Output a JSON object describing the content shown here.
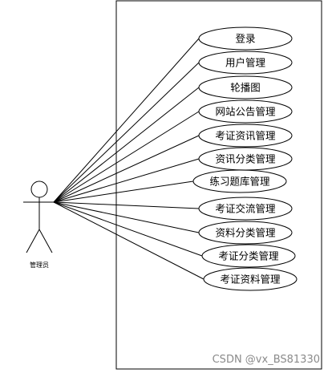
{
  "actor": {
    "label": "管理员"
  },
  "use_cases": [
    {
      "label": "登录"
    },
    {
      "label": "用户管理"
    },
    {
      "label": "轮播图"
    },
    {
      "label": "网站公告管理"
    },
    {
      "label": "考证资讯管理"
    },
    {
      "label": "资讯分类管理"
    },
    {
      "label": "练习题库管理"
    },
    {
      "label": "考证交流管理"
    },
    {
      "label": "资料分类管理"
    },
    {
      "label": "考证分类管理"
    },
    {
      "label": "考证资料管理"
    }
  ],
  "watermark": "CSDN @vx_BS81330"
}
